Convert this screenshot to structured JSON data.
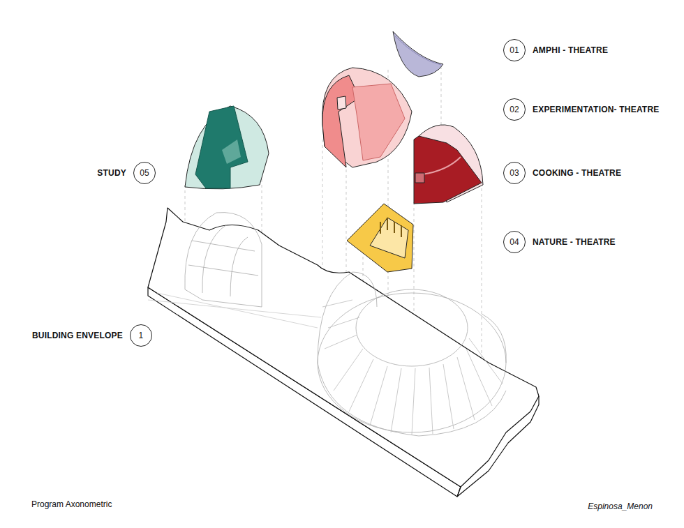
{
  "diagram": {
    "caption": "Program Axonometric",
    "nodes": [
      {
        "text": [
          "01",
          "AMPHI - THEATRE"
        ]
      },
      {
        "text": [
          "02",
          "EXPERIMENTATION- THEATRE"
        ]
      },
      {
        "text": [
          "STUDY",
          "05"
        ]
      },
      {
        "text": [
          "03",
          "COOKING - THEATRE"
        ]
      },
      {
        "text": [
          "04",
          "NATURE - THEATRE"
        ]
      },
      {
        "text": [
          "BUILDING ENVELOPE",
          "1"
        ]
      }
    ],
    "labels": [
      "Espinosa_Menon"
    ]
  }
}
